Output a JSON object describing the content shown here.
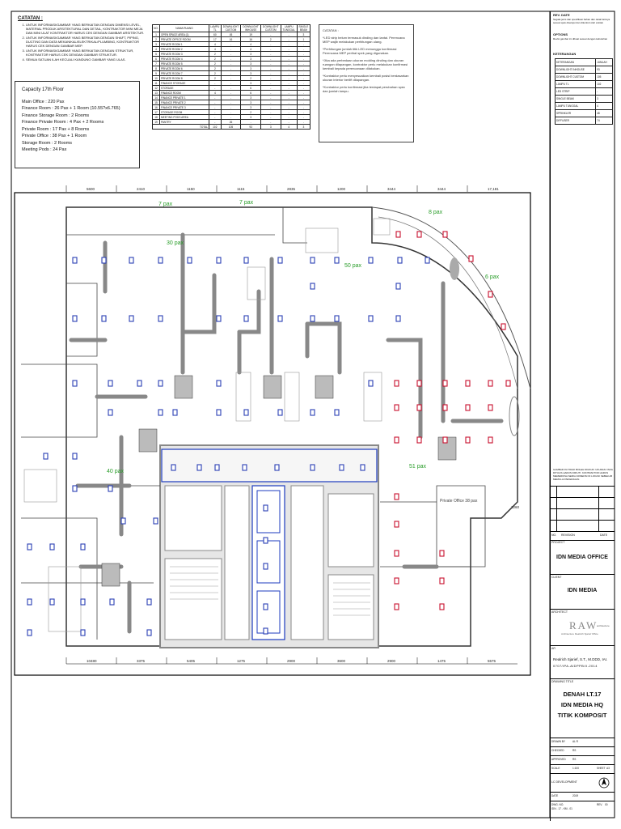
{
  "notes": {
    "title": "CATATAN :",
    "items": [
      "UNTUK INFORMASI/GAMBAR YANG BERKAITAN DENGAN DIMENSI LEVEL, MATERIAL PRODUK ARSITEKTURAL DAN DETAIL, KONTRAKTOR MINI MEJA DAN MINI ULAT KONTRAKTOR HARUS CEK DENGAN GAMBAR ARSITEKTUR.",
      "UNTUK INFORMASI/GAMBAR YANG BERKAITAN DENGAN SHAFT, PIPING, DUCTING DAN DATA MEKANIKAL/ELEKTRIKAL/PLUMBING, KONTRAKTOR HARUS CEK DENGAN GAMBAR MEP.",
      "UNTUK INFORMASI/GAMBAR YANG BERKAITAN DENGAN STRUKTUR, KONTRAKTOR HARUS CEK DENGAN GAMBAR STRUKTUR.",
      "SEMUA SATUAN ILAH KECUALI KANDUNG GAMBAR YANG ULAS."
    ]
  },
  "capacity": {
    "title": "Capacity 17th Floor",
    "lines": [
      "Main Office : 220 Pax",
      "Finance Room : 26 Pax + 1 Room (10.55?x6.765)",
      "Finance Storage Room : 2 Rooms",
      "Finance Private Room : 4 Pax + 2 Rooms",
      "Private Room : 17 Pax + 8 Rooms",
      "Private Office : 38 Pax + 1 Room",
      "Storage Room : 2 Rooms",
      "Meeting Pods : 24 Pax"
    ]
  },
  "schedule": {
    "headers": [
      "NO.",
      "NAMA RUANG",
      "LAMPU TL",
      "DOWNLIGHT CUSTOM",
      "DOWNLIGHT INHOUSE",
      "DOWNLIGHT CUSTOM",
      "LAMPU TUNGGAL",
      "SINGLE BEAM"
    ],
    "rows": [
      [
        "1",
        "OPEN SPACE AREA (1)",
        "60",
        "45",
        "19",
        "-",
        "-",
        "3"
      ],
      [
        "2",
        "PRIVATE OFFICE ROOM",
        "17",
        "16",
        "16",
        "2",
        "-",
        "1"
      ],
      [
        "3",
        "PRIVATE ROOM 1",
        "4",
        "-",
        "4",
        "-",
        "-",
        "-"
      ],
      [
        "4",
        "PRIVATE ROOM 2",
        "4",
        "-",
        "4",
        "-",
        "-",
        "-"
      ],
      [
        "5",
        "PRIVATE ROOM 3",
        "2",
        "-",
        "3",
        "-",
        "-",
        "-"
      ],
      [
        "6",
        "PRIVATE ROOM 4",
        "2",
        "-",
        "3",
        "-",
        "-",
        "-"
      ],
      [
        "7",
        "PRIVATE ROOM 5",
        "2",
        "-",
        "3",
        "-",
        "-",
        "-"
      ],
      [
        "8",
        "PRIVATE ROOM 6",
        "2",
        "-",
        "3",
        "-",
        "-",
        "-"
      ],
      [
        "9",
        "PRIVATE ROOM 7",
        "2",
        "-",
        "3",
        "-",
        "-",
        "-"
      ],
      [
        "10",
        "PRIVATE ROOM 8",
        "2",
        "-",
        "2",
        "-",
        "-",
        "-"
      ],
      [
        "11",
        "FINANCE STORAGE",
        "-",
        "-",
        "3",
        "-",
        "-",
        "-"
      ],
      [
        "12",
        "STORAGE",
        "-",
        "-",
        "6",
        "-",
        "-",
        "-"
      ],
      [
        "13",
        "FINANCE ROOM",
        "4",
        "-",
        "6",
        "-",
        "-",
        "-"
      ],
      [
        "14",
        "FINANCE PRIVATE 1",
        "-",
        "-",
        "3",
        "-",
        "-",
        "-"
      ],
      [
        "15",
        "FINANCE PRIVATE 2",
        "-",
        "-",
        "3",
        "-",
        "-",
        "-"
      ],
      [
        "16",
        "FINANCE PRIVATE 3",
        "-",
        "-",
        "3",
        "-",
        "-",
        "-"
      ],
      [
        "17",
        "STORAGE ROOM",
        "-",
        "-",
        "2",
        "-",
        "-",
        "-"
      ],
      [
        "18",
        "MEETING PODS AREA",
        "-",
        "-",
        "3",
        "-",
        "-",
        "-"
      ],
      [
        "19",
        "PANTRY",
        "-",
        "26",
        "-",
        "-",
        "-",
        "-"
      ]
    ],
    "total_label": "TOTAL",
    "total": [
      "102",
      "105",
      "93",
      "3",
      "4",
      "3"
    ]
  },
  "catatan": {
    "title": "CATATAN :",
    "items": [
      "*LED strip belum termasuk dinding dan lantai. Perencana MEP wajib melakukan perhitungan ulang.",
      "*Perhitungan jumlah titik LED menunggu konfirmasi Perencana MEP perihal spek yang digunakan.",
      "*Jika ada perbedaan ukuran molding dinding dan ukuran ruangan dilapangan, kontraktor perlu melakukan konfirmasi kembali kepada perencanaan dilakukan.",
      "*Kontraktor perlu menyesuaikan kembali posisi berdasarkan ukuran interior berlift dilapangan.",
      "*Kontraktor perlu konfirmasi jika terdapat perubahan spec dan jumlah lampu."
    ]
  },
  "plan": {
    "dims_top": [
      "5600",
      "2410",
      "1150",
      "1115",
      "2835",
      "1200",
      "3444",
      "3444",
      "17,181"
    ],
    "dims_bottom": [
      "10480",
      "3375",
      "5405",
      "1275",
      "2900",
      "3600",
      "2900",
      "1475",
      "5575"
    ],
    "pax_labels": [
      "7 pax",
      "7 pax",
      "8 pax",
      "30 pax",
      "50 pax",
      "6 pax",
      "40 pax",
      "51 pax"
    ],
    "private_office_label": "Private Office 38 pax",
    "right_dim": "2260"
  },
  "right_panel": {
    "rev_title": "REV. DATE",
    "rev_text": "Segala jenis dan spesifikasi bahan dan detail lainnya sesuai spek disetujui dan dikontrol oleh arsitek",
    "options_title": "OPTIONS",
    "options_text": "Revisi gambar ini dibuat sesuai dengan kebutuhan",
    "legend_title": "KETERANGAN",
    "legend_header": [
      "KETERANGAN",
      "JUMLAH"
    ],
    "legend_items": [
      [
        "DOWNLIGHT INHOUSE",
        "93"
      ],
      [
        "DOWNLIGHT CUSTOM",
        "105"
      ],
      [
        "LAMPU TL",
        "102"
      ],
      [
        "LED STRIP",
        "-"
      ],
      [
        "SINGLE BEAM",
        "3"
      ],
      [
        "LAMPU TUNGGAL",
        "4"
      ],
      [
        "SPRINKLER",
        "48"
      ],
      [
        "DIFFUSER",
        "74"
      ]
    ],
    "disclaimer": "GAMBAR INI TIDAK BOLEH DIUKUR. UKURAN YANG DITULIS HARUS DIIKUTI. KONTRAKTOR HARUS MEMERIKSA SEMUA DIMENSI DI LOKASI SEBELUM MEMULAI PEKERJAAN.",
    "rev_label": "NO.",
    "rev_col2": "REVISION",
    "rev_col3": "DATE",
    "project_label": "PROJECT",
    "project_name": "IDN MEDIA OFFICE",
    "client_label": "CLIENT",
    "client_name": "IDN MEDIA",
    "architect_label": "ARCHITECT",
    "architect_logo": "RAW",
    "architect_logo_sub": "architecture",
    "architect_tagline": "Architecture Realrich Sjarief Office",
    "ar_label": "AR",
    "ar_name": "Realrich Sjarief, S.T., M.DDD, IAI.",
    "ar_license": "0707/IPA-AIDPPB/II-2014",
    "drawing_label": "DRAWING TITLE",
    "drawing_title_1": "DENAH LT.17",
    "drawing_title_2": "IDN MEDIA HQ",
    "drawing_title_3": "TITIK KOMPOSIT",
    "drawn_label": "DRAWN BY",
    "drawn_val": "AL R",
    "checked_label": "CHECKED",
    "checked_val": "RS",
    "approved_label": "APPROVED",
    "approved_val": "RS",
    "scale_label": "SCALE",
    "scale_val": "1:100",
    "sheet_label": "SHEET",
    "sheet_val": "A3",
    "status_label": "LC DEVELOPMENT",
    "date_label": "DATE",
    "date_val": "2019",
    "dwg_no_label": "DWG. NO.",
    "dwg_no": "IDN - 17 - KM - 01",
    "rev_no_label": "REV.",
    "rev_no_val": "00"
  }
}
